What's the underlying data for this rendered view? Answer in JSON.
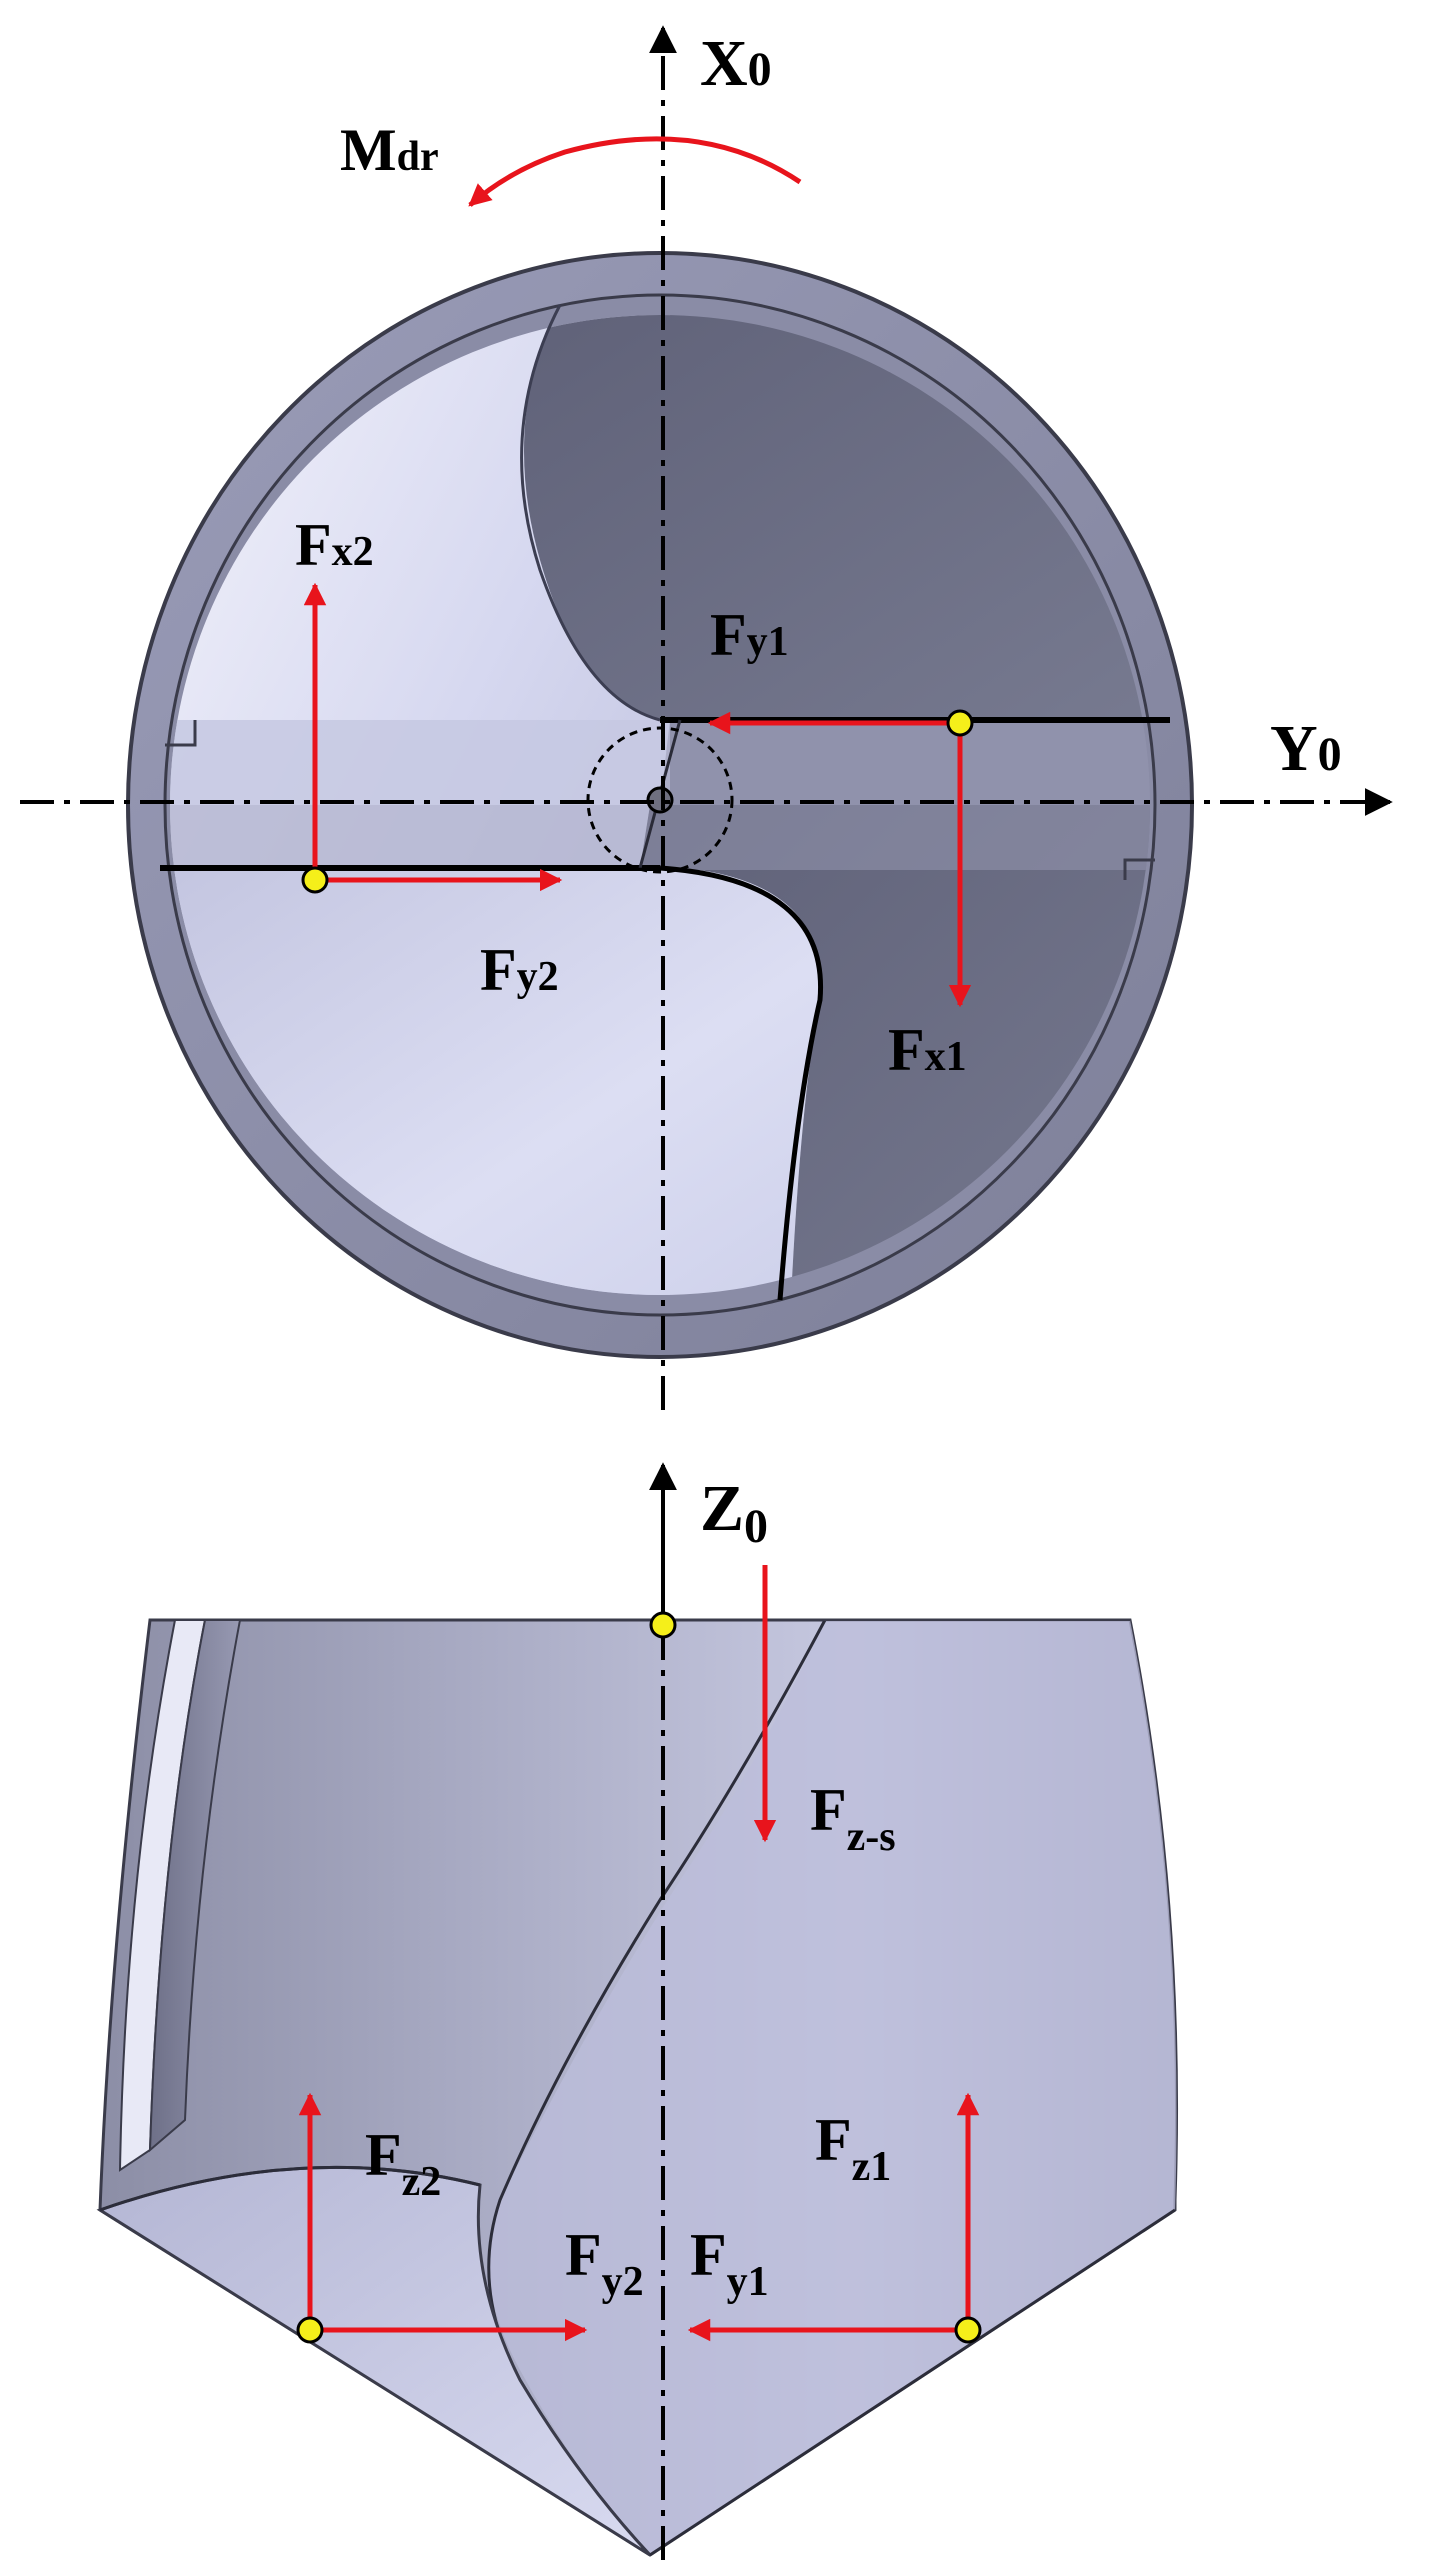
{
  "top_view": {
    "axis_x": {
      "base": "X",
      "sub": "0"
    },
    "axis_y": {
      "base": "Y",
      "sub": "0"
    },
    "moment": {
      "base": "M",
      "sub": "dr"
    },
    "fx2": {
      "base": "F",
      "sub": "x2"
    },
    "fy1": {
      "base": "F",
      "sub": "y1"
    },
    "fy2": {
      "base": "F",
      "sub": "y2"
    },
    "fx1": {
      "base": "F",
      "sub": "x1"
    }
  },
  "side_view": {
    "axis_z": {
      "base": "Z",
      "sub": "0"
    },
    "fzs": {
      "base": "F",
      "sub": "z-s"
    },
    "fz2": {
      "base": "F",
      "sub": "z2"
    },
    "fz1": {
      "base": "F",
      "sub": "z1"
    },
    "fy2": {
      "base": "F",
      "sub": "y2"
    },
    "fy1": {
      "base": "F",
      "sub": "y1"
    }
  },
  "colors": {
    "force_arrow": "#e8141c",
    "axis": "#000000",
    "body_dark": "#6d6f85",
    "body_light": "#cfd1ec",
    "point_marker": "#f5ef1a"
  }
}
